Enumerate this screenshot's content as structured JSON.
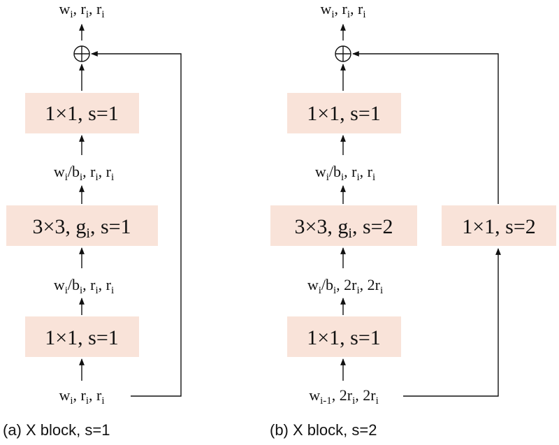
{
  "panel_a": {
    "caption": "(a) X block, s=1",
    "output": {
      "w": "w",
      "w_sub": "i",
      "r1": "r",
      "r1_sub": "i",
      "r2": "r",
      "r2_sub": "i"
    },
    "box_top": "1×1, s=1",
    "mid_top": {
      "w": "w",
      "w_sub": "i",
      "b": "/b",
      "b_sub": "i",
      "r1": "r",
      "r1_sub": "i",
      "r2": "r",
      "r2_sub": "i"
    },
    "box_mid": {
      "pre": "3×3, g",
      "sub": "i",
      "post": ", s=1"
    },
    "mid_bottom": {
      "w": "w",
      "w_sub": "i",
      "b": "/b",
      "b_sub": "i",
      "r1": "r",
      "r1_sub": "i",
      "r2": "r",
      "r2_sub": "i"
    },
    "box_bottom": "1×1, s=1",
    "input": {
      "w": "w",
      "w_sub": "i",
      "r1": "r",
      "r1_sub": "i",
      "r2": "r",
      "r2_sub": "i"
    }
  },
  "panel_b": {
    "caption": "(b) X block, s=2",
    "output": {
      "w": "w",
      "w_sub": "i",
      "r1": "r",
      "r1_sub": "i",
      "r2": "r",
      "r2_sub": "i"
    },
    "box_top": "1×1, s=1",
    "mid_top": {
      "w": "w",
      "w_sub": "i",
      "b": "/b",
      "b_sub": "i",
      "r1": "r",
      "r1_sub": "i",
      "r2": "r",
      "r2_sub": "i"
    },
    "box_mid": {
      "pre": "3×3, g",
      "sub": "i",
      "post": ", s=2"
    },
    "mid_bottom": {
      "w": "w",
      "w_sub": "i",
      "b": "/b",
      "b_sub": "i",
      "r1": "2r",
      "r1_sub": "i",
      "r2": "2r",
      "r2_sub": "i"
    },
    "box_bottom": "1×1, s=1",
    "input": {
      "w": "w",
      "w_sub": "i-1",
      "r1": "2r",
      "r1_sub": "i",
      "r2": "2r",
      "r2_sub": "i"
    },
    "box_shortcut": "1×1, s=2"
  },
  "colors": {
    "box_fill": "#f9e3d9",
    "stroke": "#111111"
  }
}
